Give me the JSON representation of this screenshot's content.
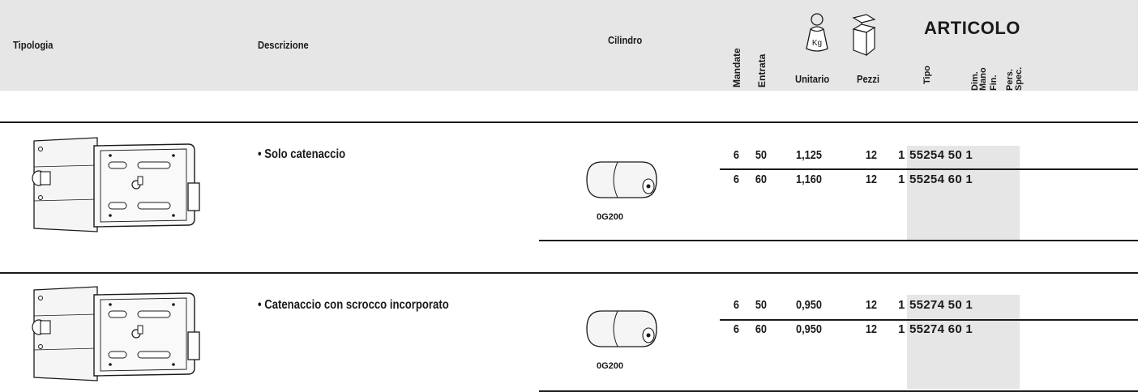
{
  "header": {
    "tipologia": "Tipologia",
    "descrizione": "Descrizione",
    "cilindro": "Cilindro",
    "mandate": "Mandate",
    "entrata": "Entrata",
    "weight_icon_text": "Kg",
    "unitario": "Unitario",
    "pezzi": "Pezzi",
    "articolo": "ARTICOLO",
    "tipo": "Tipo",
    "dim": "Dim.",
    "mano": "Mano",
    "fin": "Fin.",
    "pers": "Pers.",
    "spec": "Spec."
  },
  "products": [
    {
      "description": "• Solo catenaccio",
      "cylinder": "0G200",
      "rows": [
        {
          "mandate": "6",
          "entrata": "50",
          "unitario": "1,125",
          "pezzi": "12",
          "prefix": "1",
          "code": "55254 50 1"
        },
        {
          "mandate": "6",
          "entrata": "60",
          "unitario": "1,160",
          "pezzi": "12",
          "prefix": "1",
          "code": "55254 60 1"
        }
      ]
    },
    {
      "description": "• Catenaccio con scrocco incorporato",
      "cylinder": "0G200",
      "rows": [
        {
          "mandate": "6",
          "entrata": "50",
          "unitario": "0,950",
          "pezzi": "12",
          "prefix": "1",
          "code": "55274 50 1"
        },
        {
          "mandate": "6",
          "entrata": "60",
          "unitario": "0,950",
          "pezzi": "12",
          "prefix": "1",
          "code": "55274 60 1"
        }
      ]
    }
  ],
  "icons": {
    "weight": "weight-kg-icon",
    "box": "box-icon",
    "lock": "rim-lock-illustration",
    "cylinder": "cylinder-illustration"
  }
}
